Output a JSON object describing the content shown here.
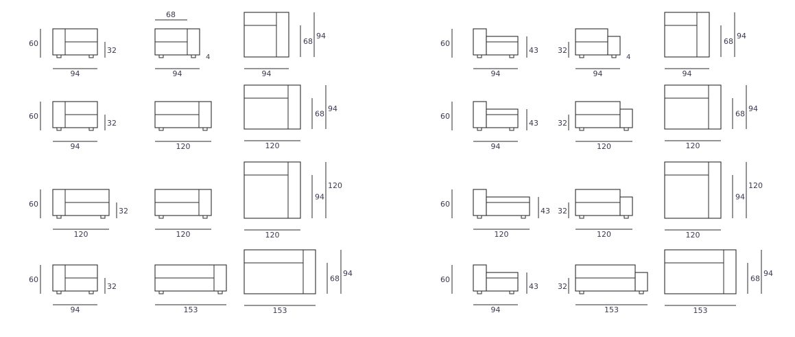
{
  "left": {
    "rows": [
      {
        "front": {
          "height": "60",
          "seat": "32",
          "width": "94"
        },
        "side": {
          "depth": "68",
          "foot": "4",
          "width": "94"
        },
        "top": {
          "inner": "68",
          "outer": "94",
          "width": "94"
        }
      },
      {
        "front": {
          "height": "60",
          "seat": "32",
          "width": "94"
        },
        "side": {
          "width": "120"
        },
        "top": {
          "inner": "68",
          "outer": "94",
          "width": "120"
        }
      },
      {
        "front": {
          "height": "60",
          "seat": "32",
          "width": "120"
        },
        "side": {
          "width": "120"
        },
        "top": {
          "inner": "94",
          "outer": "120",
          "width": "120"
        }
      },
      {
        "front": {
          "height": "60",
          "seat": "32",
          "width": "94"
        },
        "side": {
          "width": "153"
        },
        "top": {
          "inner": "68",
          "outer": "94",
          "width": "153"
        }
      }
    ]
  },
  "right": {
    "rows": [
      {
        "front": {
          "height": "60",
          "seat": "43",
          "width": "94"
        },
        "side": {
          "seat": "32",
          "foot": "4",
          "width": "94"
        },
        "top": {
          "inner": "68",
          "outer": "94",
          "width": "94"
        }
      },
      {
        "front": {
          "height": "60",
          "seat": "43",
          "width": "94"
        },
        "side": {
          "seat": "32",
          "width": "120"
        },
        "top": {
          "inner": "68",
          "outer": "94",
          "width": "120"
        }
      },
      {
        "front": {
          "height": "60",
          "seat": "43",
          "width": "120"
        },
        "side": {
          "seat": "32",
          "width": "120"
        },
        "top": {
          "inner": "94",
          "outer": "120",
          "width": "120"
        }
      },
      {
        "front": {
          "height": "60",
          "seat": "43",
          "width": "94"
        },
        "side": {
          "seat": "32",
          "width": "153"
        },
        "top": {
          "inner": "68",
          "outer": "94",
          "width": "153"
        }
      }
    ]
  }
}
